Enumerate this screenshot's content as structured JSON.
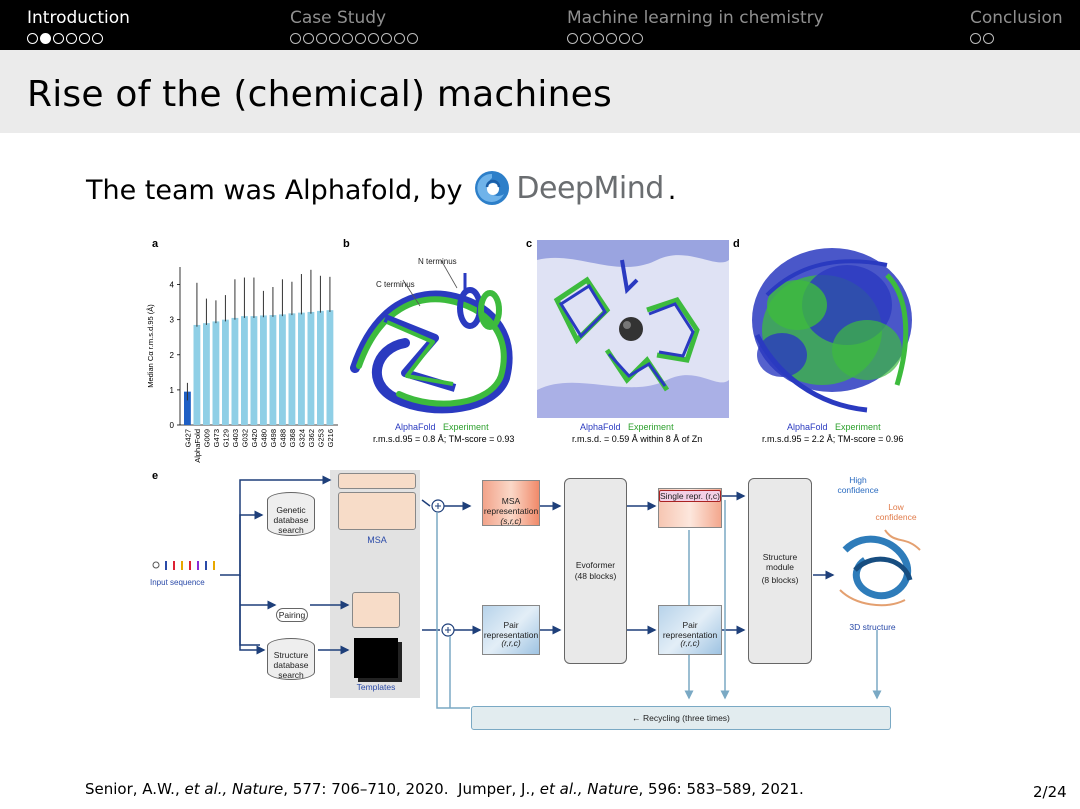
{
  "nav": {
    "sections": [
      {
        "label": "Introduction",
        "dots": 6,
        "filled_index": 1,
        "active": true
      },
      {
        "label": "Case Study",
        "dots": 10,
        "filled_index": -1,
        "active": false
      },
      {
        "label": "Machine learning in chemistry",
        "dots": 6,
        "filled_index": -1,
        "active": false
      },
      {
        "label": "Conclusion",
        "dots": 2,
        "filled_index": -1,
        "active": false
      }
    ]
  },
  "slide": {
    "title": "Rise of the (chemical) machines",
    "team_line_prefix": "The team was Alphafold, by",
    "team_line_suffix": ".",
    "logo_text": "DeepMind"
  },
  "figure": {
    "panels": {
      "a": "a",
      "b": "b",
      "c": "c",
      "d": "d",
      "e": "e"
    },
    "legend_alphafold": "AlphaFold",
    "legend_experiment": "Experiment",
    "panel_b": {
      "n_terminus": "N terminus",
      "c_terminus": "C terminus",
      "metric": "r.m.s.d.95 = 0.8 Å; TM-score = 0.93"
    },
    "panel_c": {
      "metric": "r.m.s.d. = 0.59 Å within 8 Å of Zn"
    },
    "panel_d": {
      "metric": "r.m.s.d.95 = 2.2 Å; TM-score = 0.96"
    },
    "panel_e": {
      "input_sequence": "Input sequence",
      "genetic_db": "Genetic database search",
      "pairing": "Pairing",
      "structure_db": "Structure database search",
      "msa": "MSA",
      "templates": "Templates",
      "msa_repr": "MSA representation",
      "msa_repr_dims": "(s,r,c)",
      "pair_repr": "Pair representation",
      "pair_repr_dims": "(r,r,c)",
      "evoformer": "Evoformer",
      "evoformer_blocks": "(48 blocks)",
      "single_repr": "Single repr. (r,c)",
      "pair_repr_out": "Pair representation",
      "pair_repr_out_dims": "(r,r,c)",
      "structure_module": "Structure module",
      "structure_blocks": "(8 blocks)",
      "high_conf": "High confidence",
      "low_conf": "Low confidence",
      "structure_3d": "3D structure",
      "recycling": "← Recycling (three times)"
    }
  },
  "chart_data": {
    "type": "bar",
    "title": "",
    "xlabel": "",
    "ylabel": "Median Cα r.m.s.d.95 (Å)",
    "ylim": [
      0,
      4.5
    ],
    "yticks": [
      0,
      1,
      2,
      3,
      4
    ],
    "categories": [
      "G427",
      "AlphaFold",
      "G009",
      "G473",
      "G129",
      "G403",
      "G032",
      "G420",
      "G480",
      "G498",
      "G488",
      "G368",
      "G324",
      "G362",
      "G253",
      "G216"
    ],
    "values": [
      0.95,
      2.85,
      2.9,
      2.95,
      3.0,
      3.05,
      3.1,
      3.1,
      3.12,
      3.13,
      3.15,
      3.18,
      3.2,
      3.22,
      3.25,
      3.27
    ],
    "errors": [
      0.25,
      1.2,
      0.7,
      0.6,
      0.7,
      1.1,
      1.1,
      1.1,
      0.7,
      0.8,
      1.0,
      0.9,
      1.1,
      1.2,
      1.0,
      0.95
    ],
    "highlight_color": "#1f5fc4",
    "bar_color": "#8fcfe6"
  },
  "footer": {
    "citation_1a": "Senior, A.W., ",
    "citation_1b": "et al., Nature",
    "citation_1c": ", 577: 706–710, 2020.",
    "citation_2a": "Jumper, J., ",
    "citation_2b": "et al., Nature",
    "citation_2c": ", 596: 583–589, 2021.",
    "page": "2/24"
  }
}
